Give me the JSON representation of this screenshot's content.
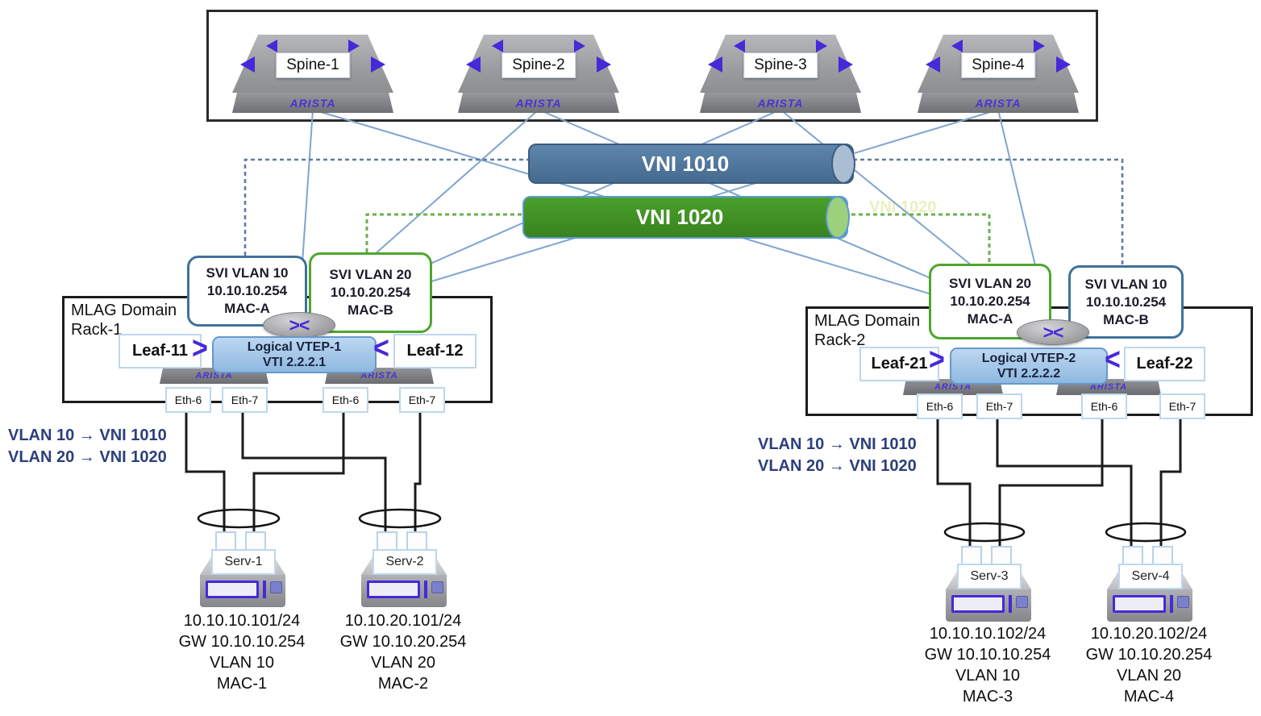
{
  "brand": {
    "label": "ARISTA"
  },
  "icons": {
    "vtep_glyph": "><",
    "chevron_right": ">",
    "chevron_left": "<"
  },
  "spine_group": {
    "spines": [
      {
        "label": "Spine-1"
      },
      {
        "label": "Spine-2"
      },
      {
        "label": "Spine-3"
      },
      {
        "label": "Spine-4"
      }
    ]
  },
  "vni_tubes": [
    {
      "label": "VNI 1010"
    },
    {
      "label": "VNI 1020"
    }
  ],
  "ghost_label": {
    "text": "VNI 1020"
  },
  "racks": [
    {
      "title_line1": "MLAG Domain",
      "title_line2": "Rack-1",
      "svi_boxes": [
        {
          "line1": "SVI VLAN 10",
          "line2": "10.10.10.254",
          "line3": "MAC-A"
        },
        {
          "line1": "SVI VLAN 20",
          "line2": "10.10.20.254",
          "line3": "MAC-B"
        }
      ],
      "leaves": [
        {
          "label": "Leaf-11"
        },
        {
          "label": "Leaf-12"
        }
      ],
      "vtep": {
        "line1": "Logical VTEP-1",
        "line2": "VTI 2.2.2.1"
      },
      "ports": [
        {
          "label": "Eth-6"
        },
        {
          "label": "Eth-7"
        },
        {
          "label": "Eth-6"
        },
        {
          "label": "Eth-7"
        }
      ],
      "vlan_map": {
        "line1": "VLAN 10 → VNI 1010",
        "line2": "VLAN 20 → VNI 1020"
      }
    },
    {
      "title_line1": "MLAG Domain",
      "title_line2": "Rack-2",
      "svi_boxes": [
        {
          "line1": "SVI VLAN 20",
          "line2": "10.10.20.254",
          "line3": "MAC-A"
        },
        {
          "line1": "SVI VLAN 10",
          "line2": "10.10.10.254",
          "line3": "MAC-B"
        }
      ],
      "leaves": [
        {
          "label": "Leaf-21"
        },
        {
          "label": "Leaf-22"
        }
      ],
      "vtep": {
        "line1": "Logical VTEP-2",
        "line2": "VTI 2.2.2.2"
      },
      "ports": [
        {
          "label": "Eth-6"
        },
        {
          "label": "Eth-7"
        },
        {
          "label": "Eth-6"
        },
        {
          "label": "Eth-7"
        }
      ],
      "vlan_map": {
        "line1": "VLAN 10 → VNI 1010",
        "line2": "VLAN 20 → VNI 1020"
      }
    }
  ],
  "servers": [
    {
      "name": "Serv-1",
      "ip": "10.10.10.101/24",
      "gw": "GW 10.10.10.254",
      "vlan": "VLAN 10",
      "mac": "MAC-1"
    },
    {
      "name": "Serv-2",
      "ip": "10.10.20.101/24",
      "gw": "GW 10.10.20.254",
      "vlan": "VLAN 20",
      "mac": "MAC-2"
    },
    {
      "name": "Serv-3",
      "ip": "10.10.10.102/24",
      "gw": "GW 10.10.10.254",
      "vlan": "VLAN 10",
      "mac": "MAC-3"
    },
    {
      "name": "Serv-4",
      "ip": "10.10.20.102/24",
      "gw": "GW 10.10.20.254",
      "vlan": "VLAN 20",
      "mac": "MAC-4"
    }
  ],
  "colors": {
    "vni_1010_fill": "#4d7499",
    "vni_1010_border": "#3d5c7e",
    "vni_1010_dashed": "#5e7da0",
    "vni_1020_fill": "#3f9124",
    "vni_1020_border": "#5b9bd5",
    "vni_1020_dashed": "#6ab04c",
    "svi_blue_border": "#41719c",
    "svi_green_border": "#4ea72e",
    "uplink_line": "#7fa5cf",
    "cable_black": "#1b1b1b",
    "arista_purple": "#4733d6",
    "arrow_purple": "#4629d9",
    "vtep_fill": "#a6c9ea",
    "vtep_border": "#6699cc"
  }
}
